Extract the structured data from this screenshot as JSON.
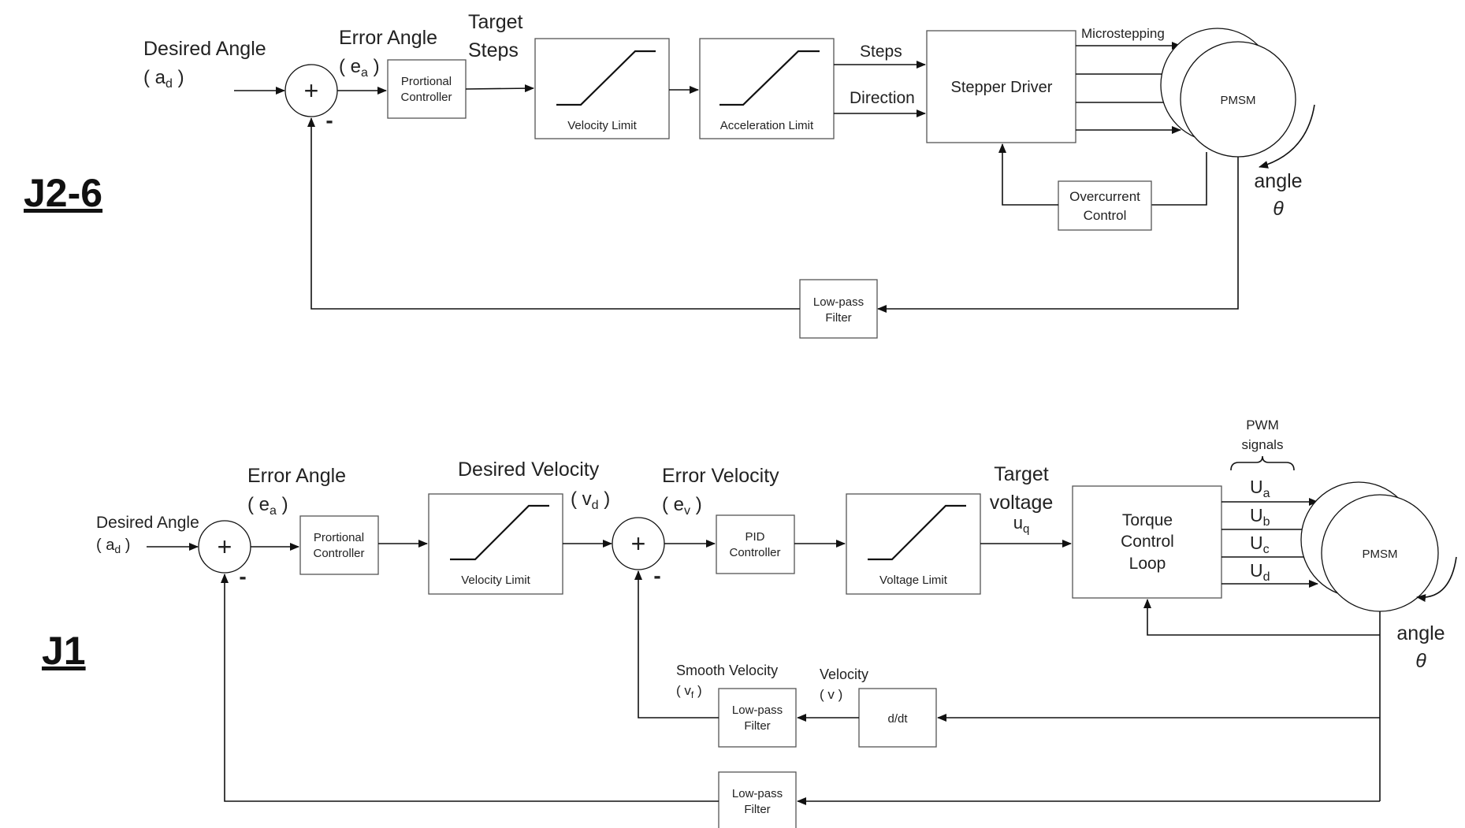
{
  "colors": {
    "line": "#111111",
    "box_border": "#555555",
    "text": "#222222",
    "background": "#ffffff"
  },
  "icons": {
    "summing_junction": "plus-sign",
    "arrowhead": "triangle"
  },
  "j26": {
    "title": "J2-6",
    "desired_angle": "Desired Angle",
    "desired_angle_sym": "a",
    "desired_angle_sub": "d",
    "error_angle": "Error Angle",
    "error_angle_sym": "e",
    "error_angle_sub": "a",
    "sum_plus": "+",
    "sum_minus": "-",
    "proportional": [
      "Prortional",
      "Controller"
    ],
    "target_steps": [
      "Target",
      "Steps"
    ],
    "velocity_limit": "Velocity Limit",
    "acceleration_limit": "Acceleration Limit",
    "steps": "Steps",
    "direction": "Direction",
    "stepper_driver": "Stepper Driver",
    "microstepping": "Microstepping",
    "motor": "PMSM",
    "overcurrent": [
      "Overcurrent",
      "Control"
    ],
    "angle": "angle",
    "theta": "θ",
    "lowpass": [
      "Low-pass",
      "Filter"
    ]
  },
  "j1": {
    "title": "J1",
    "desired_angle": "Desired Angle",
    "desired_angle_sym": "a",
    "desired_angle_sub": "d",
    "error_angle": "Error Angle",
    "error_angle_sym": "e",
    "error_angle_sub": "a",
    "sum_plus": "+",
    "sum_minus": "-",
    "proportional": [
      "Prortional",
      "Controller"
    ],
    "velocity_limit": "Velocity Limit",
    "desired_velocity": "Desired Velocity",
    "desired_velocity_sym": "v",
    "desired_velocity_sub": "d",
    "error_velocity": "Error Velocity",
    "error_velocity_sym": "e",
    "error_velocity_sub": "v",
    "pid": [
      "PID",
      "Controller"
    ],
    "voltage_limit": "Voltage Limit",
    "target_voltage": [
      "Target",
      "voltage"
    ],
    "uq_sym": "u",
    "uq_sub": "q",
    "torque_loop": [
      "Torque",
      "Control",
      "Loop"
    ],
    "pwm": [
      "PWM",
      "signals"
    ],
    "u_sym": "U",
    "u_subs": [
      "a",
      "b",
      "c",
      "d"
    ],
    "motor": "PMSM",
    "angle": "angle",
    "theta": "θ",
    "smooth_velocity": "Smooth Velocity",
    "smooth_velocity_sym": "v",
    "smooth_velocity_sub": "f",
    "velocity": "Velocity",
    "velocity_sym": "v",
    "lowpass_v": [
      "Low-pass",
      "Filter"
    ],
    "ddt": "d/dt",
    "lowpass_a": [
      "Low-pass",
      "Filter"
    ]
  }
}
